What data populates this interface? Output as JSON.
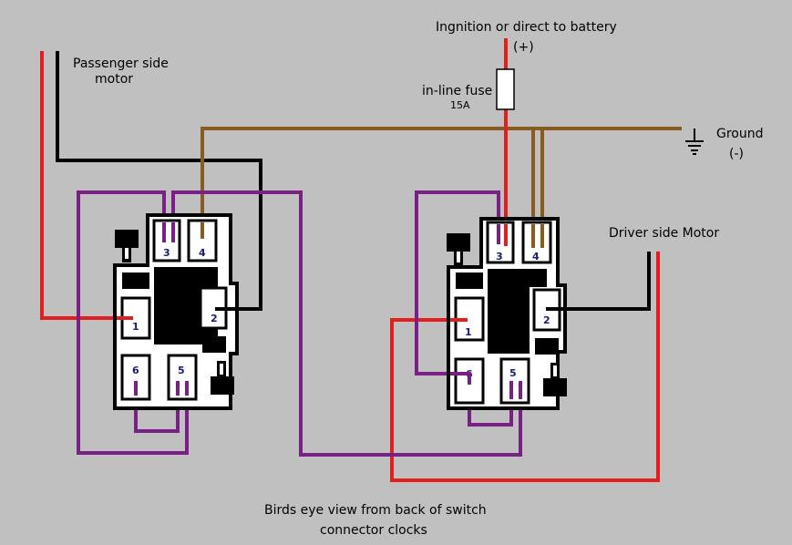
{
  "labels": {
    "passenger_line1": "Passenger side",
    "passenger_line2": "motor",
    "ignition": "Ingnition or direct to battery",
    "plus": "(+)",
    "fuse_line1": "in-line fuse",
    "fuse_line2": "15A",
    "ground": "Ground",
    "minus": "(-)",
    "driver": "Driver side Motor",
    "caption_line1": "Birds eye view from back of switch",
    "caption_line2": "connector clocks"
  },
  "pins": {
    "p1": "1",
    "p2": "2",
    "p3": "3",
    "p4": "4",
    "p5": "5",
    "p6": "6"
  },
  "colors": {
    "background": "#c0c0c0",
    "red_wire": "#e21e1e",
    "black_wire": "#000000",
    "brown_wire": "#8b5a1e",
    "purple_wire": "#7a1f86",
    "connector_body": "#ffffff"
  }
}
